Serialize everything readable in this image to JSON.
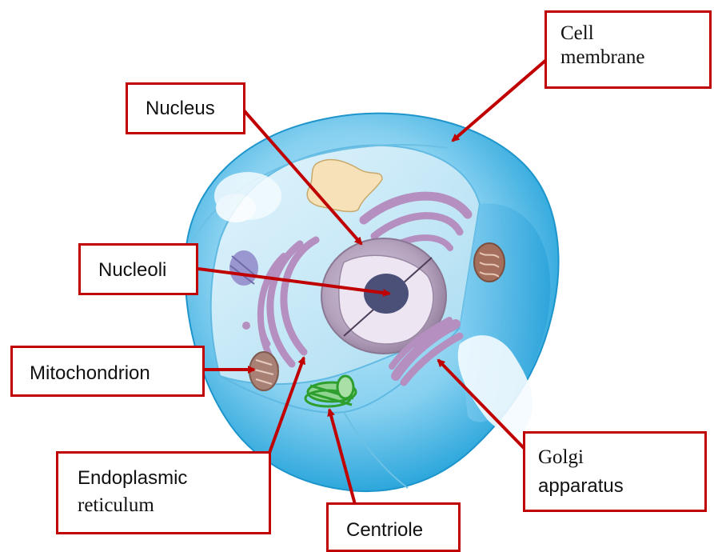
{
  "labels": {
    "cell_membrane": [
      "Cell",
      "membrane"
    ],
    "nucleus": "Nucleus",
    "nucleoli": "Nucleoli",
    "mitochondrion": "Mitochondrion",
    "endoplasmic_reticulum": [
      "Endoplasmic",
      "reticulum"
    ],
    "centriole": "Centriole",
    "golgi_apparatus": [
      "Golgi",
      "apparatus"
    ]
  },
  "colors": {
    "label_border": "#c00000",
    "arrow": "#c00000",
    "cell_outer": "#29a8dc",
    "cell_inner": "#bfe6f6",
    "organelle_purple": "#b48fc0",
    "nucleolus": "#4a5078",
    "mitochondrion": "#a5705c",
    "centriole": "#35a635",
    "vacuole": "#f5dfb5"
  }
}
